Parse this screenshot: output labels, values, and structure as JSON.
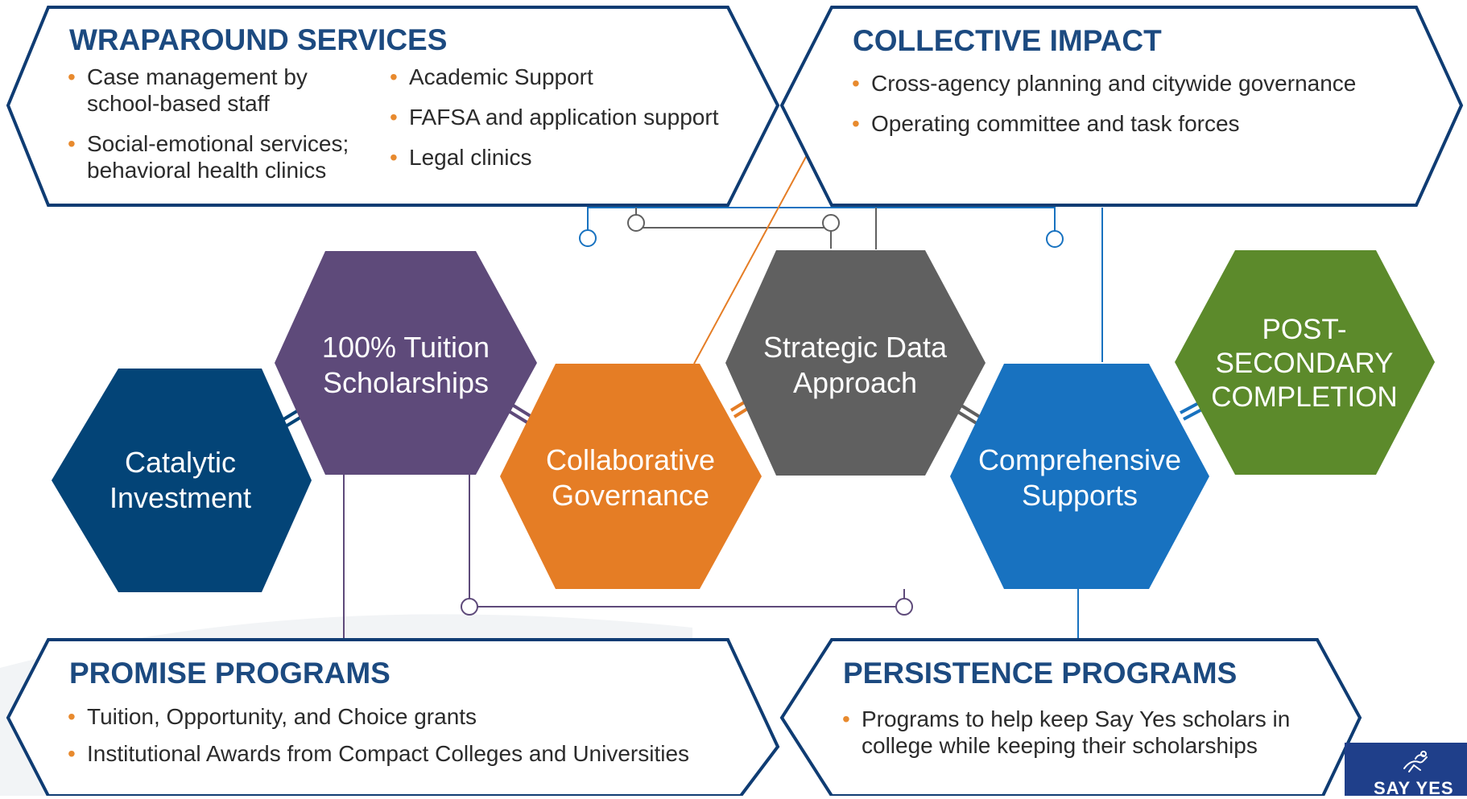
{
  "colors": {
    "frame": "#0f3c73",
    "title": "#1c4a80",
    "bullet": "#e88a2e",
    "catalytic": "#034477",
    "tuition": "#5e4a7a",
    "collaborative": "#e57d25",
    "strategic": "#606060",
    "comprehensive": "#1872c0",
    "postsecondary": "#5c8a2b"
  },
  "boxes": {
    "wraparound": {
      "title": "WRAPAROUND SERVICES",
      "left_items": [
        "Case management by school-based staff",
        "Social-emotional services; behavioral health clinics"
      ],
      "right_items": [
        "Academic Support",
        "FAFSA and application support",
        "Legal clinics"
      ]
    },
    "collective": {
      "title": "COLLECTIVE IMPACT",
      "items": [
        "Cross-agency planning and citywide governance",
        "Operating committee and task forces"
      ]
    },
    "promise": {
      "title": "PROMISE PROGRAMS",
      "items": [
        "Tuition, Opportunity, and Choice grants",
        "Institutional Awards from Compact Colleges and Universities"
      ]
    },
    "persistence": {
      "title": "PERSISTENCE PROGRAMS",
      "items": [
        "Programs to help keep Say Yes scholars in college while keeping their scholarships"
      ]
    }
  },
  "hexagons": {
    "catalytic": {
      "line1": "Catalytic",
      "line2": "Investment"
    },
    "tuition": {
      "line1": "100% Tuition",
      "line2": "Scholarships"
    },
    "collaborative": {
      "line1": "Collaborative",
      "line2": "Governance"
    },
    "strategic": {
      "line1": "Strategic Data",
      "line2": "Approach"
    },
    "comprehensive": {
      "line1": "Comprehensive",
      "line2": "Supports"
    },
    "postsecondary": {
      "line1": "POST-",
      "line2": "SECONDARY",
      "line3": "COMPLETION"
    }
  },
  "logo": {
    "text": "SAY YES",
    "icon": "runner-icon"
  }
}
